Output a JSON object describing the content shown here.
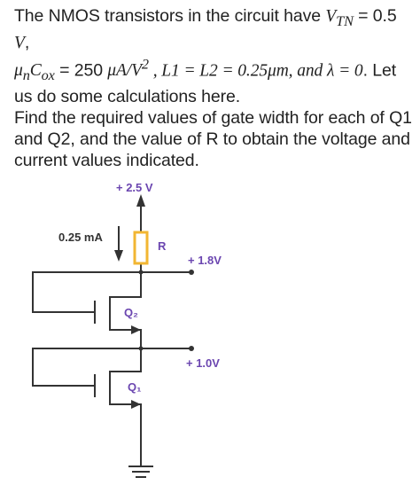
{
  "problem": {
    "line1_prefix": "The NMOS transistors in the circuit have ",
    "vtn_symbol": "V",
    "vtn_sub": "TN",
    "vtn_value": " = 0.5 ",
    "vtn_unit": "V",
    "line1_suffix": ",",
    "mu": "μ",
    "mu_sub": "n",
    "cox": "C",
    "cox_sub": "ox",
    "mucox_value": " = 250 ",
    "mucox_unit": "μA/V",
    "mucox_exp": "2",
    "lengths": " , L1 = L2 = 0.25",
    "lengths_unit": "μm, and λ = 0",
    "line2_suffix": ". Let",
    "line3": "us do some calculations here.",
    "paragraph2": "Find the required values of gate width for each of Q1 and Q2, and the value of R to obtain the voltage and current values indicated."
  },
  "circuit": {
    "supply_label": "+ 2.5  V",
    "current_label": "0.25 mA",
    "resistor_label": "R",
    "node_top_label": "+ 1.8V",
    "node_mid_label": "+ 1.0V",
    "q2_label": "Q₂",
    "q1_label": "Q₁",
    "resistor_color": "#f2b632",
    "label_color": "#6b46b0"
  }
}
